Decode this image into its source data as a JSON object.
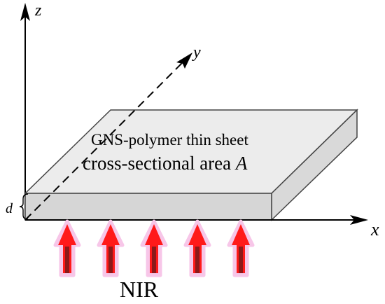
{
  "axes": {
    "z_label": "z",
    "y_label": "y",
    "x_label": "x"
  },
  "sheet": {
    "line1": "GNS-polymer thin sheet",
    "line2_prefix": "cross-sectional area ",
    "line2_symbol": "A",
    "thickness_label": "d"
  },
  "radiation": {
    "label": "NIR",
    "arrow_count": 5
  },
  "colors": {
    "sheet_top": "#ececec",
    "sheet_front": "#d6d6d6",
    "sheet_side": "#d9d9d9",
    "arrow_body": "#ff1a1a",
    "arrow_shaft_dark": "#8b1a1a",
    "arrow_glow": "#f7c6e8",
    "axis": "#000000"
  }
}
